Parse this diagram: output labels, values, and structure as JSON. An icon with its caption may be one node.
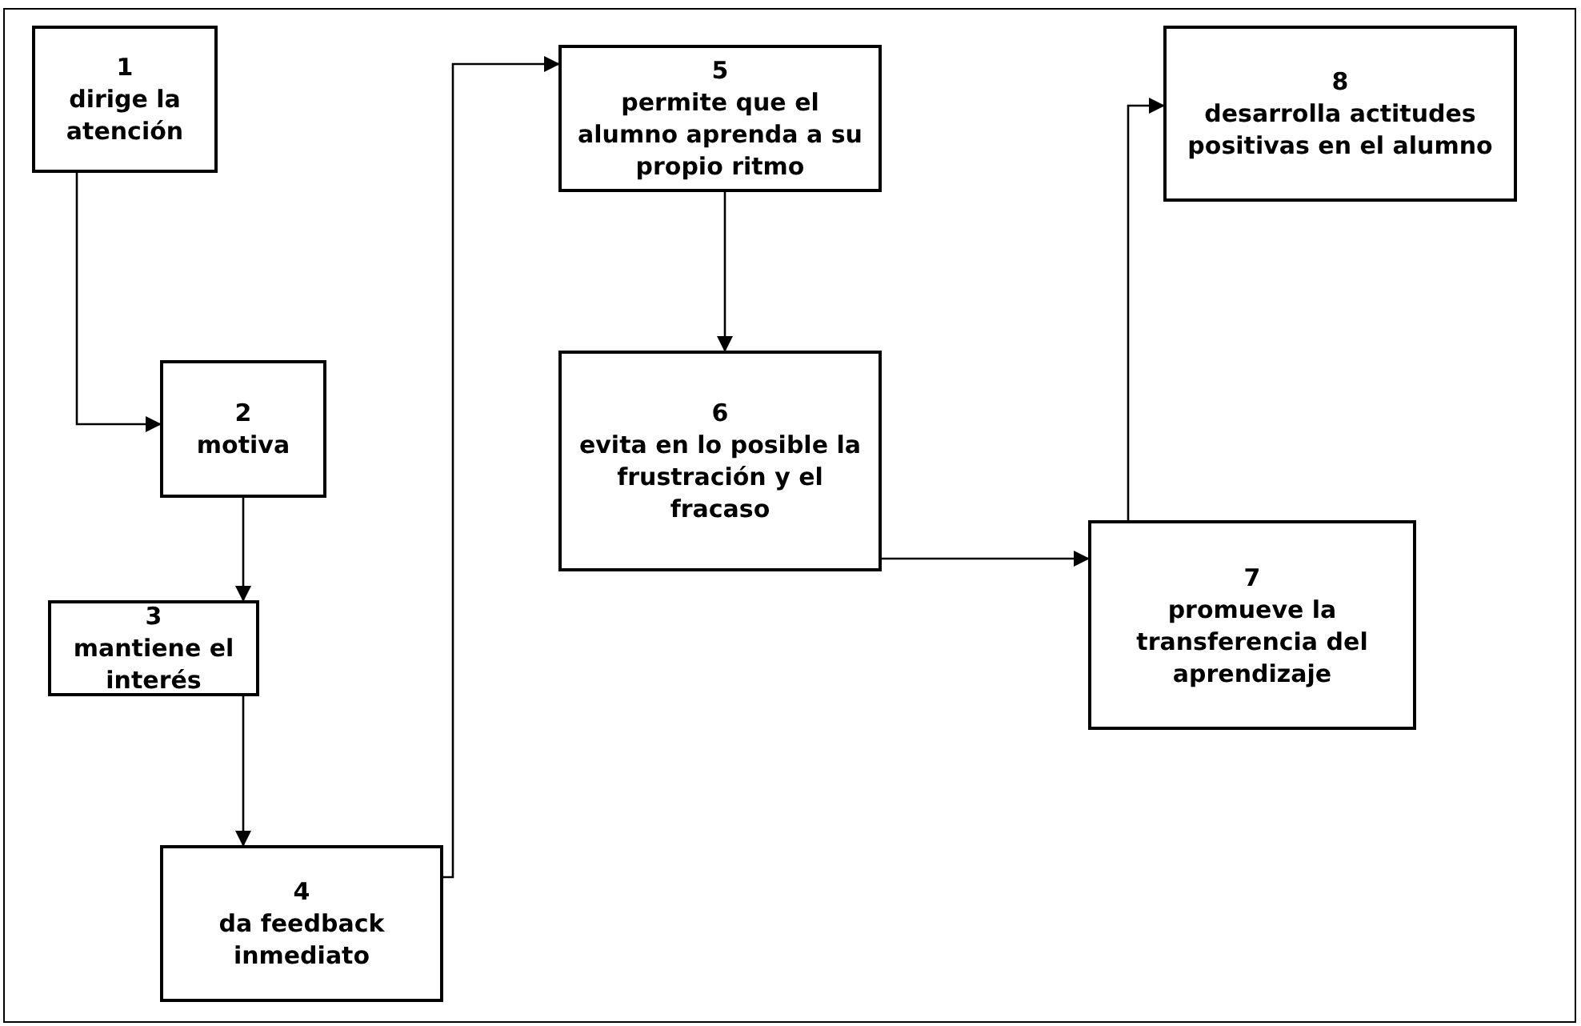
{
  "diagram": {
    "nodes": [
      {
        "text": [
          "1",
          "dirige la atención"
        ]
      },
      {
        "text": [
          "2",
          "motiva"
        ]
      },
      {
        "text": [
          "3",
          "mantiene el interés"
        ]
      },
      {
        "text": [
          "4",
          "da feedback inmediato"
        ]
      },
      {
        "text": [
          "5",
          "permite que el alumno aprenda a su propio ritmo"
        ]
      },
      {
        "text": [
          "6",
          "evita en lo posible la frustración y el fracaso"
        ]
      },
      {
        "text": [
          "7",
          "promueve la transferencia del aprendizaje"
        ]
      },
      {
        "text": [
          "8",
          "desarrolla actitudes positivas en el alumno"
        ]
      }
    ],
    "edges": [
      {
        "from": 0,
        "to": 1,
        "arrow": "to"
      },
      {
        "from": 1,
        "to": 2,
        "arrow": "to"
      },
      {
        "from": 2,
        "to": 3,
        "arrow": "to"
      },
      {
        "from": 3,
        "to": 4,
        "arrow": "to"
      },
      {
        "from": 4,
        "to": 5,
        "arrow": "to"
      },
      {
        "from": 5,
        "to": 6,
        "arrow": "to"
      },
      {
        "from": 6,
        "to": 7,
        "arrow": "to"
      }
    ]
  }
}
